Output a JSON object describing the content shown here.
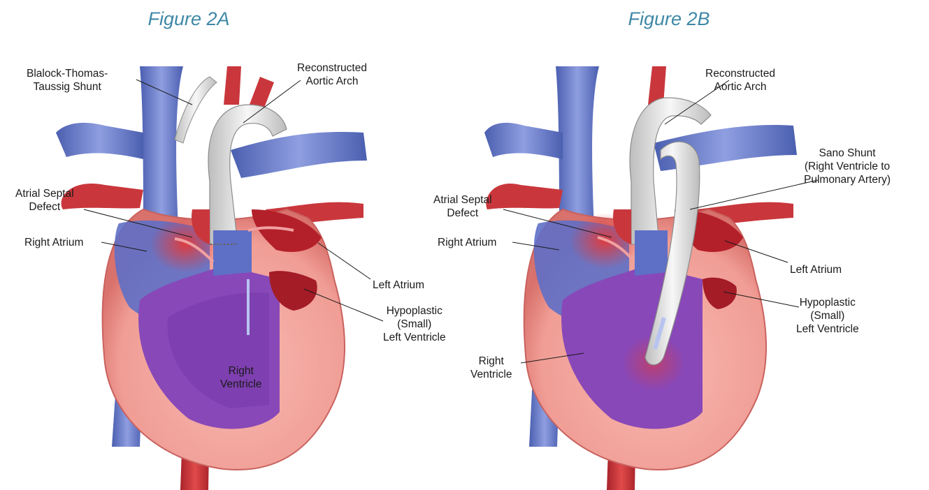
{
  "figures": [
    {
      "title": "Figure 2A",
      "labels": {
        "bt_shunt": "Blalock-Thomas-\nTaussig Shunt",
        "aortic_arch": "Reconstructed\nAortic Arch",
        "asd": "Atrial Septal\nDefect",
        "right_atrium": "Right Atrium",
        "left_atrium": "Left Atrium",
        "hypoplastic_lv": "Hypoplastic\n(Small)\nLeft Ventricle",
        "right_ventricle": "Right\nVentricle"
      }
    },
    {
      "title": "Figure 2B",
      "labels": {
        "aortic_arch": "Reconstructed\nAortic Arch",
        "sano_shunt": "Sano Shunt\n(Right Ventricle to\nPulmonary Artery)",
        "asd": "Atrial Septal\nDefect",
        "right_atrium": "Right Atrium",
        "left_atrium": "Left Atrium",
        "hypoplastic_lv": "Hypoplastic\n(Small)\nLeft Ventricle",
        "right_ventricle": "Right\nVentricle"
      }
    }
  ],
  "colors": {
    "title": "#3f88a6",
    "myocardium": "#f4a7a0",
    "oxygenated": "#d0353a",
    "deoxygenated": "#6c78c4",
    "mixed": "#8a4fb5",
    "graft": "#e6e6e6"
  }
}
